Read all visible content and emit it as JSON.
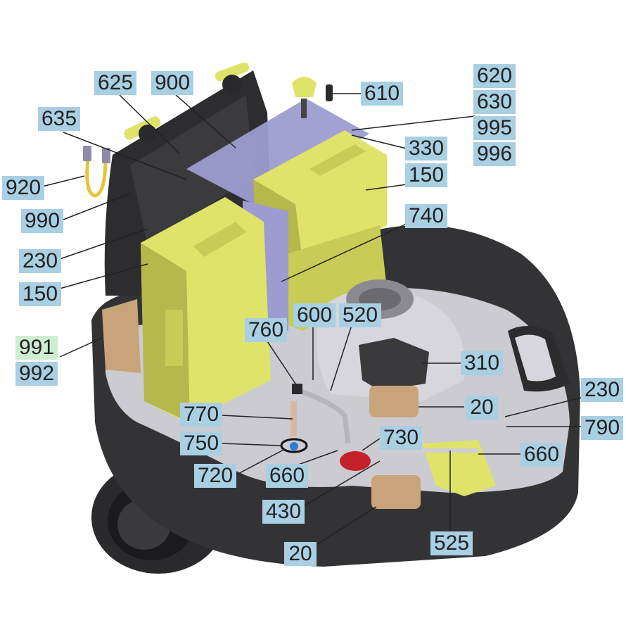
{
  "colors": {
    "housing_dark": "#2e2e30",
    "housing_mid": "#4a4a4c",
    "tray_light": "#c9c9cf",
    "lime_part": "#dfe36a",
    "lime_shadow": "#b5b84a",
    "plate_violet": "#9c9cd0",
    "filter_tan": "#c9a47a",
    "label_bg": "#a9cfe3",
    "label_alt_bg": "#cdeed0"
  },
  "callouts": [
    {
      "id": "c625",
      "text": "625"
    },
    {
      "id": "c900",
      "text": "900"
    },
    {
      "id": "c610",
      "text": "610"
    },
    {
      "id": "c620",
      "text": "620"
    },
    {
      "id": "c630",
      "text": "630"
    },
    {
      "id": "c995",
      "text": "995"
    },
    {
      "id": "c996",
      "text": "996"
    },
    {
      "id": "c635",
      "text": "635"
    },
    {
      "id": "c330",
      "text": "330"
    },
    {
      "id": "c920",
      "text": "920"
    },
    {
      "id": "c150a",
      "text": "150"
    },
    {
      "id": "c990",
      "text": "990"
    },
    {
      "id": "c740",
      "text": "740"
    },
    {
      "id": "c230a",
      "text": "230"
    },
    {
      "id": "c150b",
      "text": "150"
    },
    {
      "id": "c600",
      "text": "600"
    },
    {
      "id": "c520",
      "text": "520"
    },
    {
      "id": "c760",
      "text": "760"
    },
    {
      "id": "c991",
      "text": "991"
    },
    {
      "id": "c992",
      "text": "992"
    },
    {
      "id": "c310",
      "text": "310"
    },
    {
      "id": "c230b",
      "text": "230"
    },
    {
      "id": "c770",
      "text": "770"
    },
    {
      "id": "c20a",
      "text": "20"
    },
    {
      "id": "c790",
      "text": "790"
    },
    {
      "id": "c750",
      "text": "750"
    },
    {
      "id": "c730",
      "text": "730"
    },
    {
      "id": "c660a",
      "text": "660"
    },
    {
      "id": "c720",
      "text": "720"
    },
    {
      "id": "c660b",
      "text": "660"
    },
    {
      "id": "c430",
      "text": "430"
    },
    {
      "id": "c525",
      "text": "525"
    },
    {
      "id": "c20b",
      "text": "20"
    }
  ]
}
